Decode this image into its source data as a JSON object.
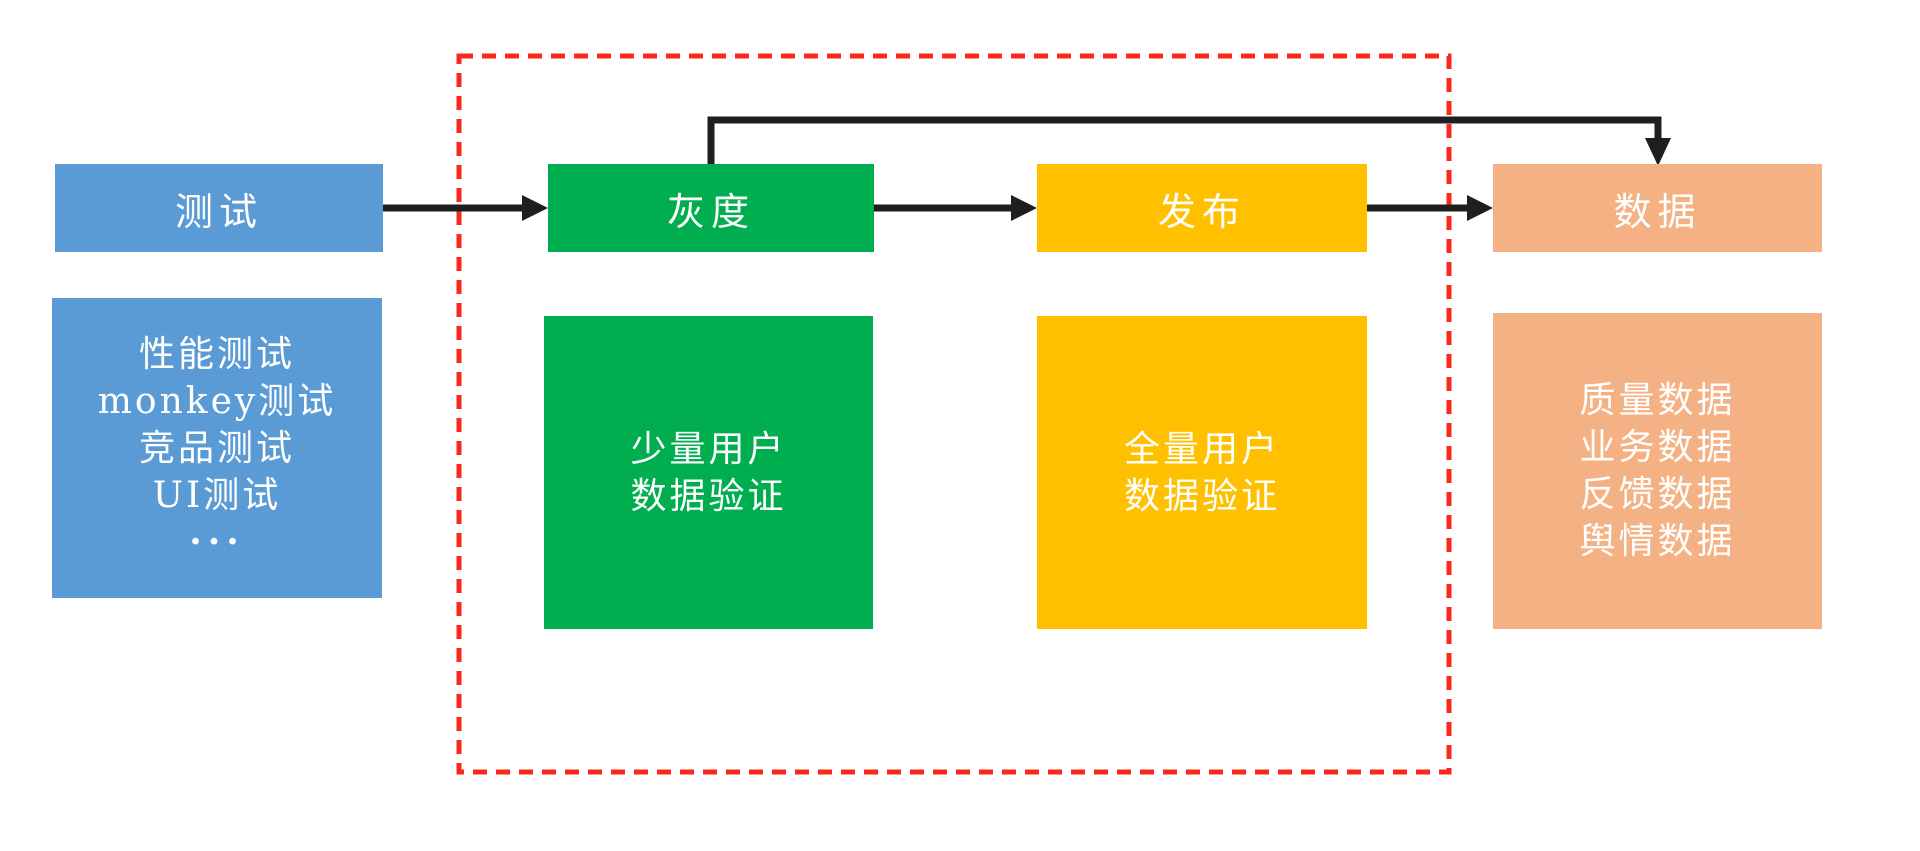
{
  "diagram": {
    "title": "release-process-flow",
    "stages": [
      {
        "key": "test",
        "label": "测试",
        "color": "#5B9BD5",
        "items": [
          "性能测试",
          "monkey测试",
          "竞品测试",
          "UI测试",
          "···"
        ]
      },
      {
        "key": "gray-release",
        "label": "灰度",
        "color": "#00AE50",
        "items": [
          "少量用户",
          "数据验证"
        ]
      },
      {
        "key": "full-release",
        "label": "发布",
        "color": "#FFC000",
        "items": [
          "全量用户",
          "数据验证"
        ]
      },
      {
        "key": "data",
        "label": "数据",
        "color": "#F4B183",
        "items": [
          "质量数据",
          "业务数据",
          "反馈数据",
          "舆情数据"
        ]
      }
    ],
    "colors": {
      "arrow": "#1F1F1F",
      "dashed_boundary": "#FA281C",
      "box_text": "#FFFFFF",
      "background": "#FFFFFF"
    }
  }
}
